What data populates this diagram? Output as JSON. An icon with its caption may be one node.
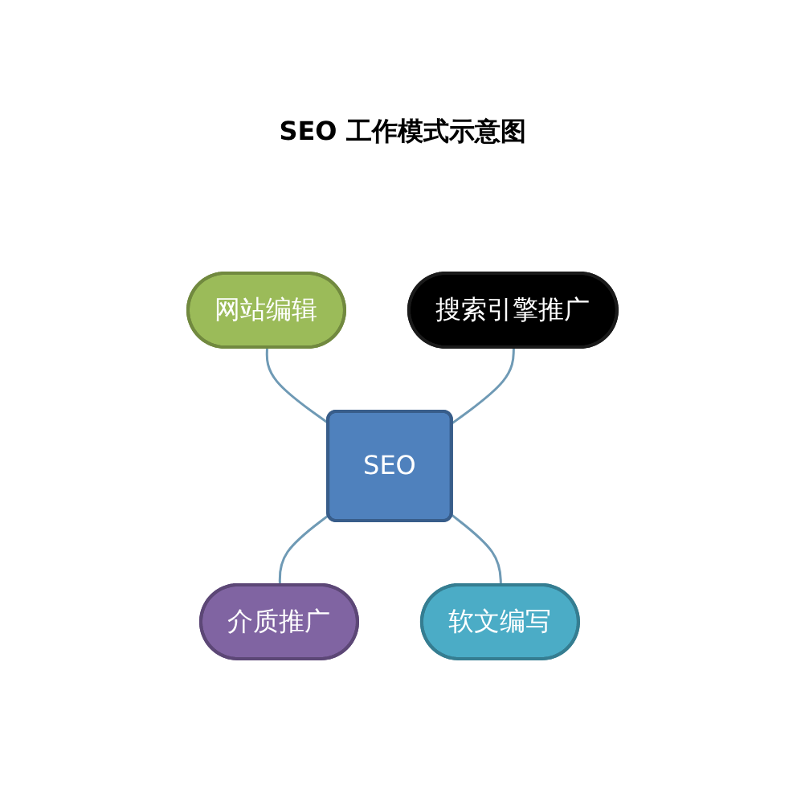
{
  "diagram": {
    "title": "SEO 工作模式示意图",
    "nodes": [
      {
        "text": [
          "网站编辑"
        ]
      },
      {
        "text": [
          "搜索引擎推广"
        ]
      },
      {
        "text": [
          "SEO"
        ]
      },
      {
        "text": [
          "介质推广"
        ]
      },
      {
        "text": [
          "软文编写"
        ]
      }
    ],
    "edges": [
      {
        "from": 0,
        "to": 2,
        "arrow": "none"
      },
      {
        "from": 1,
        "to": 2,
        "arrow": "none"
      },
      {
        "from": 2,
        "to": 3,
        "arrow": "none"
      },
      {
        "from": 2,
        "to": 4,
        "arrow": "none"
      }
    ]
  }
}
